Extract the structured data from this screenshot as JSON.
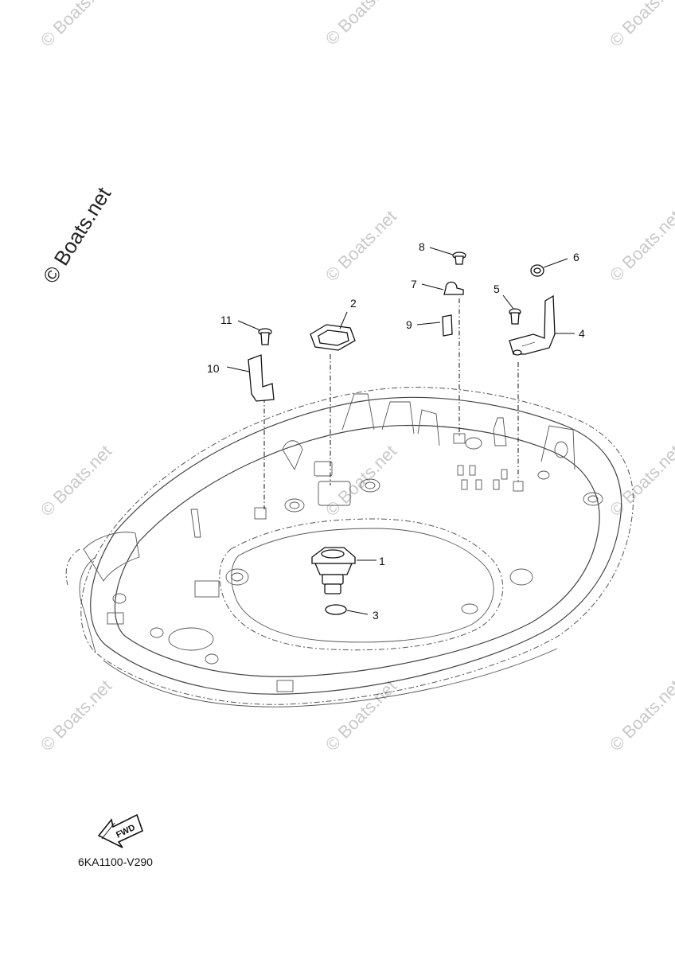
{
  "watermark": {
    "main": "© Boats.net",
    "tile": "© Boats.net"
  },
  "diagram_code": "6KA1100-V290",
  "fwd_label": "FWD",
  "callouts": {
    "c1": "1",
    "c2": "2",
    "c3": "3",
    "c4": "4",
    "c5": "5",
    "c6": "6",
    "c7": "7",
    "c8": "8",
    "c9": "9",
    "c10": "10",
    "c11": "11"
  }
}
